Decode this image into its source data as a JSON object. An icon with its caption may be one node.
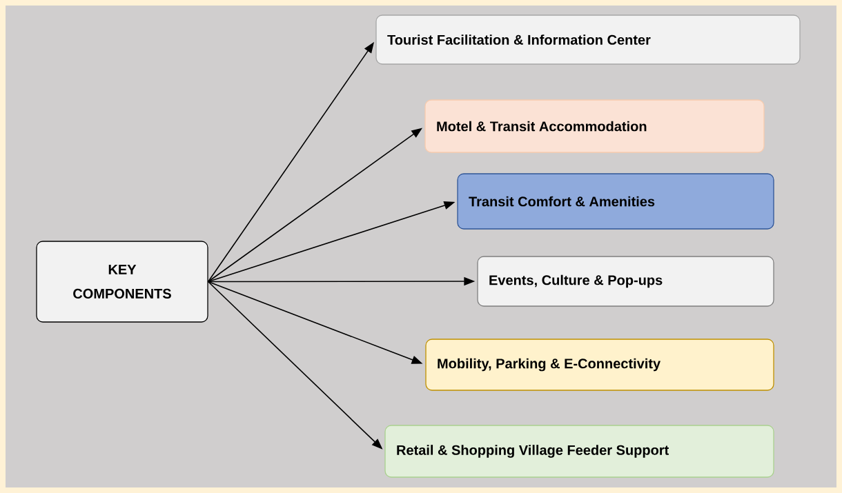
{
  "diagram": {
    "nodes": [
      {
        "text": [
          "KEY COMPONENTS"
        ]
      },
      {
        "text": [
          "Tourist Facilitation & Information Center"
        ]
      },
      {
        "text": [
          "Motel & Transit Accommodation"
        ]
      },
      {
        "text": [
          "Transit Comfort & Amenities"
        ]
      },
      {
        "text": [
          "Events, Culture & Pop-ups"
        ]
      },
      {
        "text": [
          "Mobility, Parking & E-Connectivity"
        ]
      },
      {
        "text": [
          "Retail & Shopping Village Feeder Support"
        ]
      }
    ],
    "edges": [
      {
        "from": 0,
        "to": 1,
        "arrow": "to"
      },
      {
        "from": 0,
        "to": 2,
        "arrow": "to"
      },
      {
        "from": 0,
        "to": 3,
        "arrow": "to"
      },
      {
        "from": 0,
        "to": 4,
        "arrow": "to"
      },
      {
        "from": 0,
        "to": 5,
        "arrow": "to"
      },
      {
        "from": 0,
        "to": 6,
        "arrow": "to"
      }
    ]
  }
}
